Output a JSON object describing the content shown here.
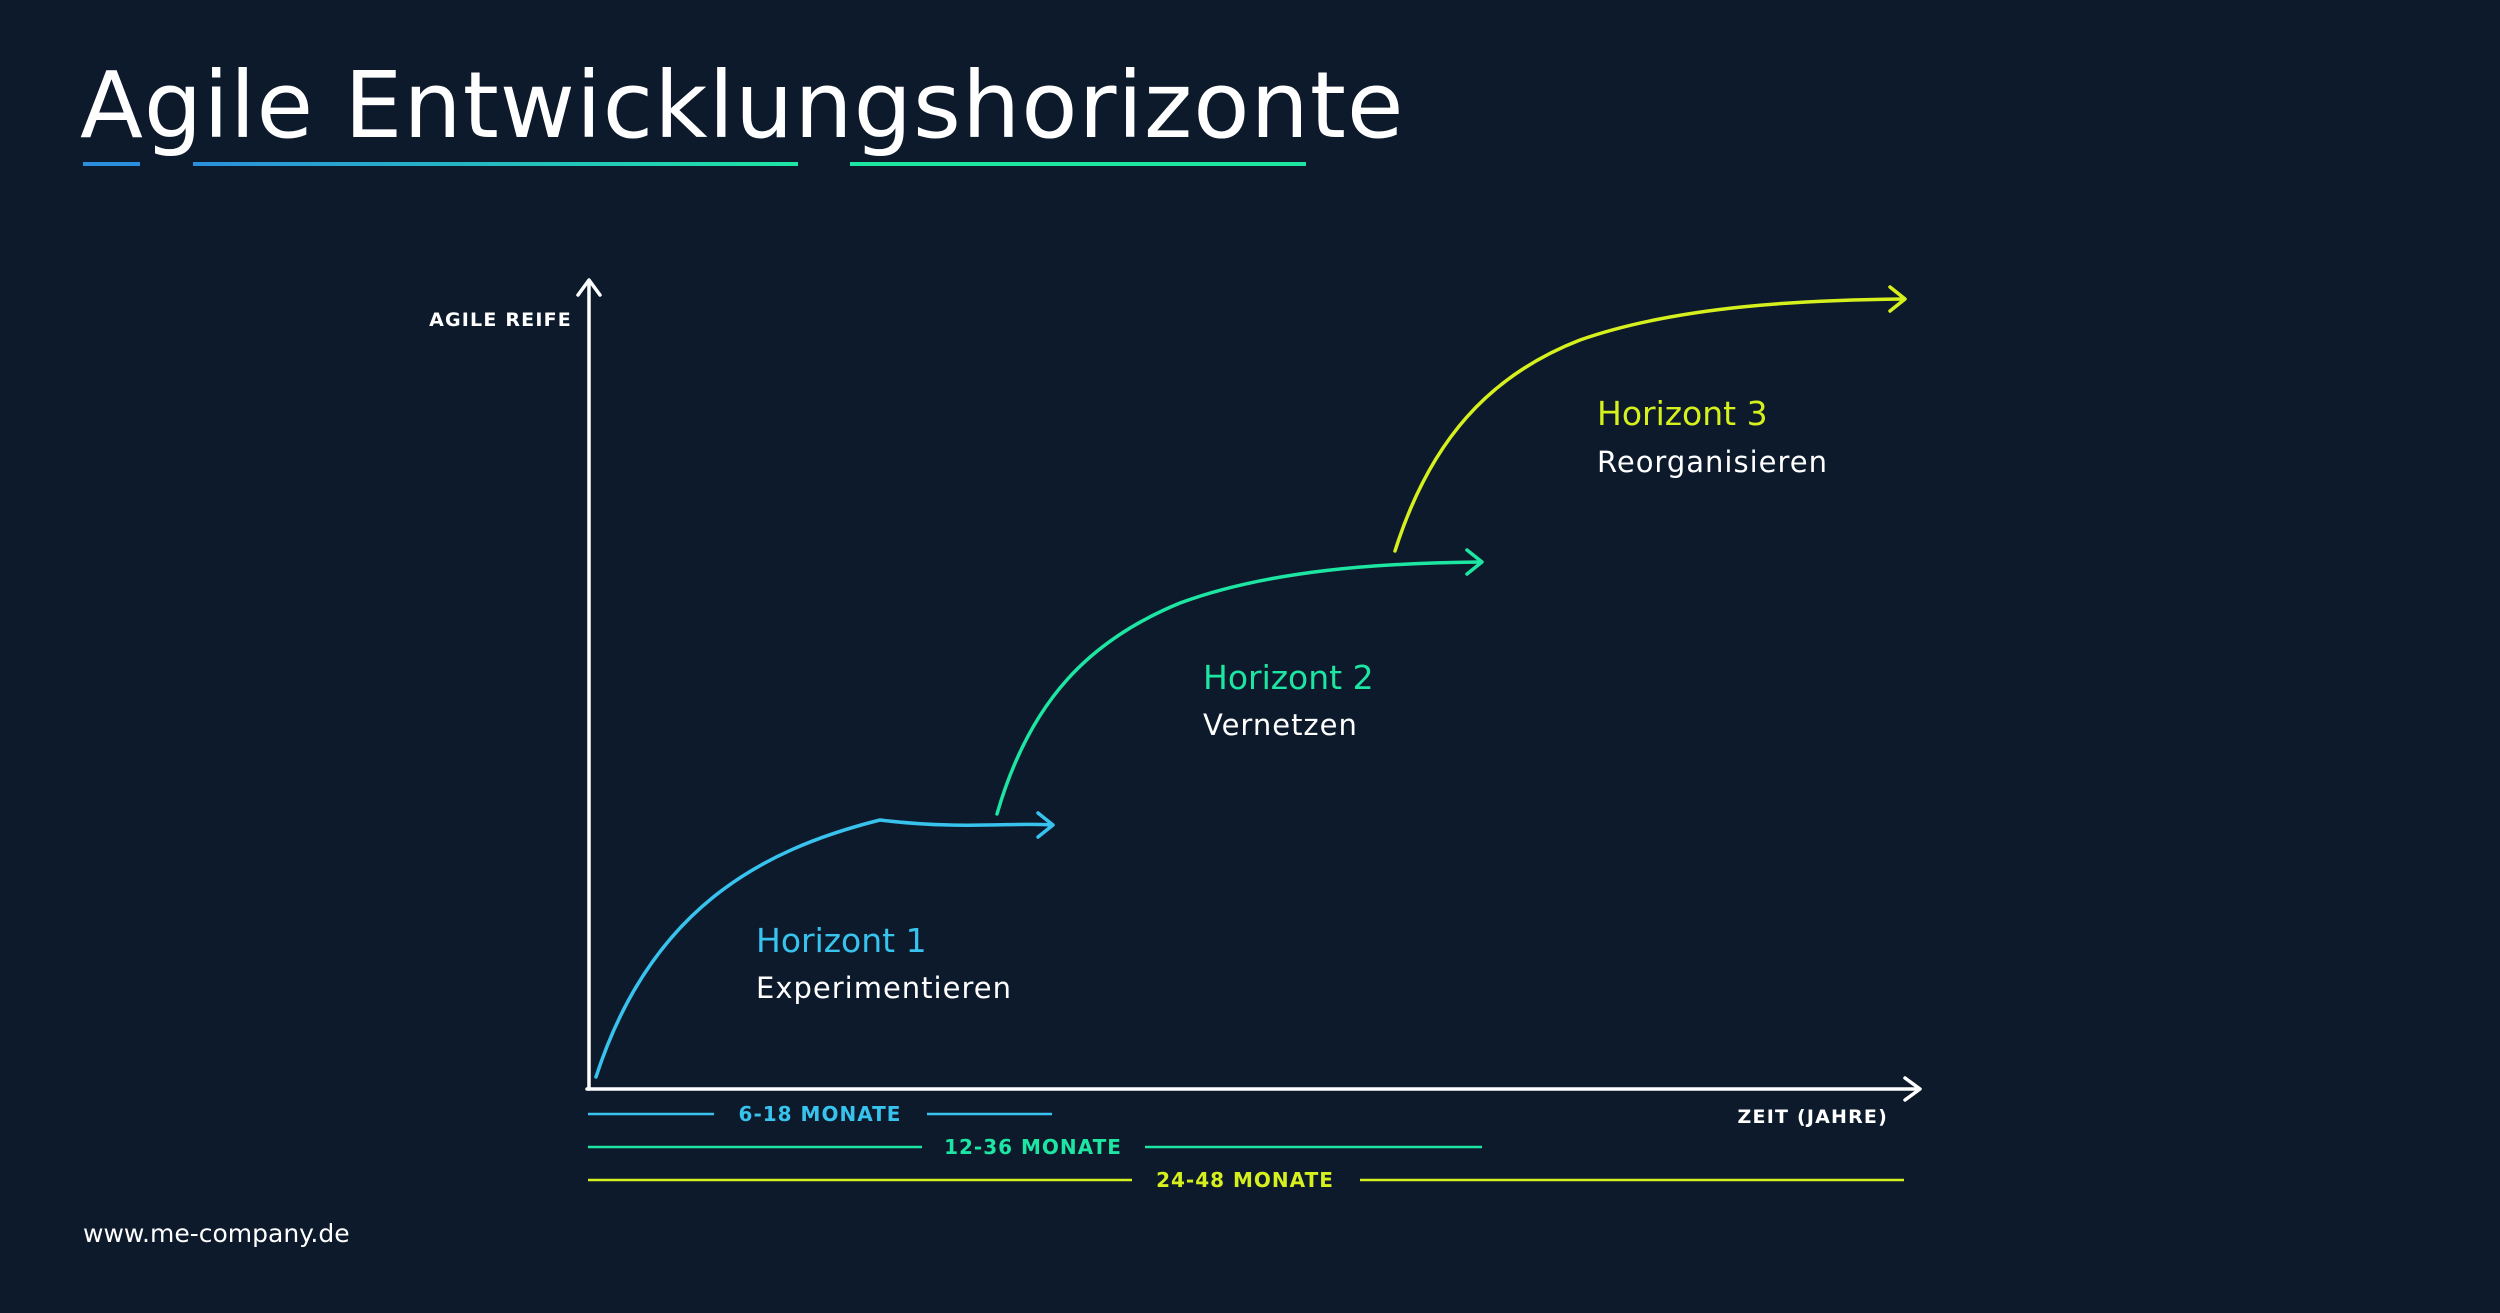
{
  "title": "Agile Entwicklungshorizonte",
  "colors": {
    "background": "#0c1a2b",
    "axis": "#ffffff",
    "horizon1": "#38c3ef",
    "horizon2": "#1de6a3",
    "horizon3": "#d6f01e",
    "title_underline_start": "#2b8fdd",
    "title_underline_end": "#1de6a3"
  },
  "axes": {
    "y_label": "AGILE REIFE",
    "x_label": "ZEIT (JAHRE)"
  },
  "horizons": [
    {
      "name": "Horizont 1",
      "subtitle": "Experimentieren",
      "duration": "6-18 MONATE",
      "color": "#38c3ef"
    },
    {
      "name": "Horizont 2",
      "subtitle": "Vernetzen",
      "duration": "12-36 MONATE",
      "color": "#1de6a3"
    },
    {
      "name": "Horizont 3",
      "subtitle": "Reorganisieren",
      "duration": "24-48 MONATE",
      "color": "#d6f01e"
    }
  ],
  "footer": {
    "url": "www.me-company.de"
  }
}
